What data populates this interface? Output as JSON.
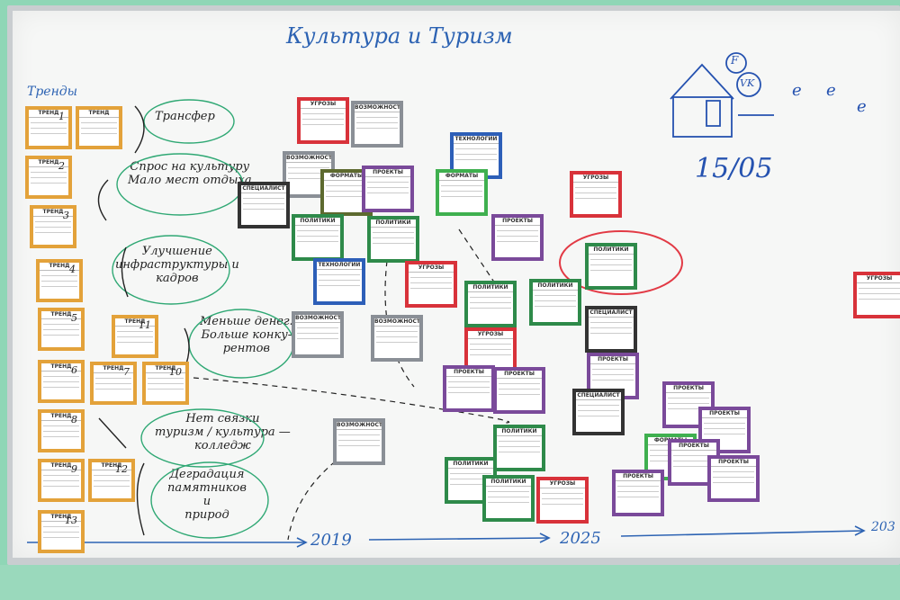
{
  "board": {
    "title": "Культура и Туризм",
    "trends_label": "Тренды",
    "date": "15/05",
    "timeline": [
      "2019",
      "2025",
      "203"
    ]
  },
  "bubbles": [
    {
      "text": "Трансфер"
    },
    {
      "text": "Спрос на культуру\nМало мест отдыха"
    },
    {
      "text": "Улучшение\nинфраструктуры и\nкадров"
    },
    {
      "text": "Меньше денег.\nБольше конку-\nрентов"
    },
    {
      "text": "Нет связки\nтуризм / культура —\nколледж"
    },
    {
      "text": "Деградация\nпамятников\nи\nприрод"
    }
  ],
  "trend_cards": [
    {
      "label": "ТРЕНД",
      "num": "1"
    },
    {
      "label": "ТРЕНД",
      "num": ""
    },
    {
      "label": "ТРЕНД",
      "num": "2"
    },
    {
      "label": "ТРЕНД",
      "num": "3"
    },
    {
      "label": "ТРЕНД",
      "num": "4"
    },
    {
      "label": "ТРЕНД",
      "num": "5"
    },
    {
      "label": "ТРЕНД",
      "num": "11"
    },
    {
      "label": "ТРЕНД",
      "num": "6"
    },
    {
      "label": "ТРЕНД",
      "num": "7"
    },
    {
      "label": "ТРЕНД",
      "num": "10"
    },
    {
      "label": "ТРЕНД",
      "num": "8"
    },
    {
      "label": "ТРЕНД",
      "num": "9"
    },
    {
      "label": "ТРЕНД",
      "num": "12"
    },
    {
      "label": "ТРЕНД",
      "num": "13"
    }
  ],
  "cards": [
    {
      "type": "УГРОЗЫ",
      "color": "#d8323a"
    },
    {
      "type": "ВОЗМОЖНОСТИ",
      "color": "#8a8f96"
    },
    {
      "type": "ВОЗМОЖНОСТИ",
      "color": "#8a8f96"
    },
    {
      "type": "ФОРМАТЫ",
      "color": "#5d6a2f"
    },
    {
      "type": "ПРОЕКТЫ",
      "color": "#7a4a9a"
    },
    {
      "type": "ТЕХНОЛОГИИ",
      "color": "#2d5fb8"
    },
    {
      "type": "ФОРМАТЫ",
      "color": "#3fb04f"
    },
    {
      "type": "СПЕЦИАЛИСТ",
      "color": "#333333"
    },
    {
      "type": "ПОЛИТИКИ",
      "color": "#2e8a4a"
    },
    {
      "type": "ПОЛИТИКИ",
      "color": "#2e8a4a"
    },
    {
      "type": "ПРОЕКТЫ",
      "color": "#7a4a9a"
    },
    {
      "type": "УГРОЗЫ",
      "color": "#d8323a"
    },
    {
      "type": "ТЕХНОЛОГИИ",
      "color": "#2d5fb8"
    },
    {
      "type": "УГРОЗЫ",
      "color": "#d8323a"
    },
    {
      "type": "ПОЛИТИКИ",
      "color": "#2e8a4a"
    },
    {
      "type": "ПОЛИТИКИ",
      "color": "#2e8a4a"
    },
    {
      "type": "ПОЛИТИКИ",
      "color": "#2e8a4a"
    },
    {
      "type": "УГРОЗЫ",
      "color": "#d8323a"
    },
    {
      "type": "ВОЗМОЖНОСТИ",
      "color": "#8a8f96"
    },
    {
      "type": "ВОЗМОЖНОСТИ",
      "color": "#8a8f96"
    },
    {
      "type": "СПЕЦИАЛИСТ",
      "color": "#333333"
    },
    {
      "type": "ПРОЕКТЫ",
      "color": "#7a4a9a"
    },
    {
      "type": "ПРОЕКТЫ",
      "color": "#7a4a9a"
    },
    {
      "type": "ВОЗМОЖНОСТИ",
      "color": "#8a8f96"
    },
    {
      "type": "ПРОЕКТЫ",
      "color": "#7a4a9a"
    },
    {
      "type": "СПЕЦИАЛИСТ",
      "color": "#333333"
    },
    {
      "type": "ПОЛИТИКИ",
      "color": "#2e8a4a"
    },
    {
      "type": "ПОЛИТИКИ",
      "color": "#2e8a4a"
    },
    {
      "type": "ПОЛИТИКИ",
      "color": "#2e8a4a"
    },
    {
      "type": "ФОРМАТЫ",
      "color": "#3fb04f"
    },
    {
      "type": "ПРОЕКТЫ",
      "color": "#7a4a9a"
    },
    {
      "type": "ПРОЕКТЫ",
      "color": "#7a4a9a"
    },
    {
      "type": "УГРОЗЫ",
      "color": "#d8323a"
    },
    {
      "type": "ПРОЕКТЫ",
      "color": "#7a4a9a"
    },
    {
      "type": "ПРОЕКТЫ",
      "color": "#7a4a9a"
    },
    {
      "type": "ПРОЕКТЫ",
      "color": "#7a4a9a"
    },
    {
      "type": "УГРОЗЫ",
      "color": "#d8323a"
    }
  ],
  "sketch": {
    "house_icons": [
      "F",
      "VK"
    ],
    "e_icons": [
      "e",
      "e",
      "e"
    ]
  }
}
